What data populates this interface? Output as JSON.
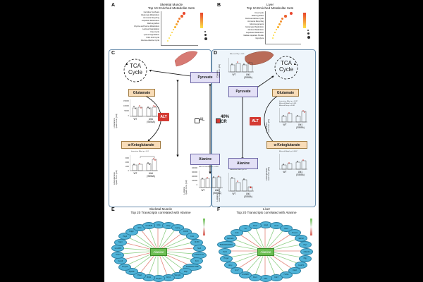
{
  "panels": {
    "a": {
      "letter": "A",
      "title_line1": "Skeletal Muscle",
      "title_line2": "Top 10 Enriched Metabolite Sets",
      "rows": [
        "Carnitine Synthesis",
        "Glutamate Metabolism",
        "Ammonia Recycling",
        "Aspartate Metabolism",
        "Warburg Effect",
        "Glycine and Serine Metabolism",
        "Lactose Degradation",
        "Urea Cycle",
        "Lysine Degradation",
        "Citric Acid Cycle",
        "Glucose-Alanine Cycle"
      ]
    },
    "b": {
      "letter": "B",
      "title_line1": "Liver",
      "title_line2": "Top 10 Enriched Metabolite Sets",
      "rows": [
        "Urea Cycle",
        "Warburg Effect",
        "Glucose-Alanine Cycle",
        "Ammonia Recycling",
        "Gluconeogenesis",
        "Glutamate Metabolism",
        "Alanine Metabolism",
        "Aspartate Metabolism",
        "Malate-Aspartate Shuttle",
        "Glycolysis"
      ]
    },
    "c": {
      "letter": "C"
    },
    "d": {
      "letter": "D"
    },
    "e": {
      "letter": "E",
      "title_line1": "Skeletal Muscle",
      "title_line2": "Top 20 Transcripts correlated with Alanine"
    },
    "f": {
      "letter": "F",
      "title_line1": "Liver",
      "title_line2": "Top 20 Transcripts correlated with Alanine"
    }
  },
  "pathway": {
    "tca_left": "TCA\nCycle",
    "tca_right": "TCA\nCycle",
    "pyruvate": "Pyruvate",
    "alanine": "Alanine",
    "glutamate": "Glutamate",
    "akg": "α-Ketoglutarate",
    "alt": "ALT"
  },
  "legend": {
    "al": "AL",
    "cr": "40%\nCR"
  },
  "plots": {
    "groups": [
      "WT",
      "Ulk1\n(S555A)"
    ],
    "c_glu_y": "L-Glutamate\nQuant Conc. [AU]",
    "c_akg_y": "α-Ketoglutarate\nQuant Conc. [AU]",
    "c_ala_y": "L-Alanine\nQuant Conc. [AU]",
    "d_pyr_y": "Pyruvate\nLiver Conc. [AU]",
    "d_glu_y": "L-Glutamate\nLiver Conc. [AU]",
    "d_akg_y": "α-Ketoglutarate\nLiver Conc. [AU]",
    "d_ala_y": "L-Alanine\nLiver Conc. [AU]",
    "c_glu_ticks": [
      "150000",
      "100000",
      "50000",
      "0"
    ],
    "c_akg_ticks": [
      "3000",
      "2000",
      "1000",
      "0"
    ],
    "c_ala_ticks": [
      "400000",
      "300000",
      "200000",
      "100000",
      "0"
    ],
    "eff_c_akg": "Interaction Effect p = 0.01",
    "eff_c_ala": "Effect of Genotype p = 0.052",
    "eff_d_pyr": "Effect of CR p = 0.05",
    "eff_d_glu1": "Interaction Effect p = 0.037",
    "eff_d_glu2": "Effect of Model p = 0.001",
    "eff_d_glu3": "Effect of Diet p = 0.001",
    "eff_d_akg": "Effect of Model p = 0.0007",
    "eff_d_ala": "Interaction Effect p = 0.0"
  },
  "network_e": {
    "hub": "Alanine",
    "nodes": [
      "Cfp1",
      "Fkbp",
      "Gabrg",
      "Rnf38",
      "Fam",
      "Rnf39",
      "Sta5",
      "D11Wsu47e",
      "Krt4",
      "4933420G17Rik",
      "Mbp",
      "Spmg1c",
      "Crip1",
      "Hmgb3",
      "Mtpl1",
      "Ppa2",
      "Zfp238",
      "Zmym4",
      "Cers6",
      "Gm21",
      "Gm4965",
      "Nrg4",
      "Pkg4",
      "Pdgfc",
      "Rfc1",
      "Gm3648"
    ]
  },
  "network_f": {
    "hub": "Alanine",
    "nodes": [
      "Ang4",
      "Arvcf",
      "Hhex",
      "Trnau1",
      "Ephb2",
      "Nfyc",
      "Adam11",
      "Pigy",
      "Ccdc71",
      "Usp2",
      "Hnf1a",
      "Cdk7",
      "Mtr1",
      "Pex1",
      "Gm4965",
      "Gm7",
      "Ahcy",
      "Hmgcr",
      "Sstr1",
      "5430422M14Rik",
      "Cacna1c",
      "Adm",
      "Tef",
      "Pex2"
    ]
  },
  "colors": {
    "alt": "#d43a33",
    "metab": "#f8dcb7",
    "pathway": "#e3e0f6",
    "node": "#4fb3d8",
    "hub": "#6cbe52",
    "box": "#5b8bb0"
  }
}
